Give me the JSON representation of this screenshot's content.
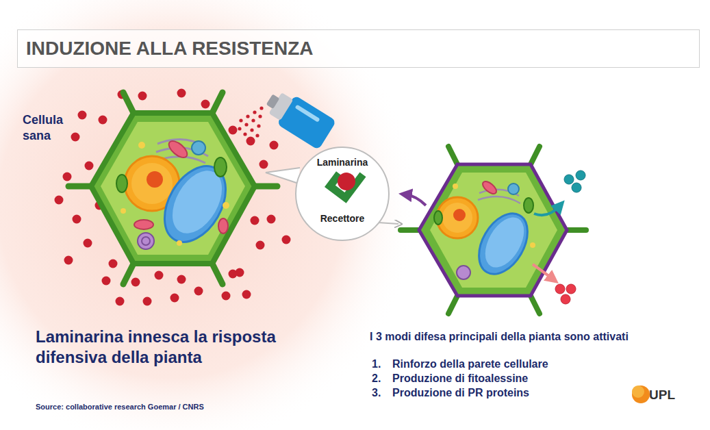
{
  "diagram": {
    "title": "INDUZIONE ALLA RESISTENZA",
    "nodes": [
      {
        "text": [
          "Laminarina",
          "Recettore"
        ]
      }
    ],
    "labels": [
      "Cellula sana",
      "Laminarina innesca la risposta difensiva della pianta",
      "I 3 modi difesa principali della pianta sono attivati",
      "1.",
      "Rinforzo della parete cellulare",
      "2.",
      "Produzione di fitoalessine",
      "3.",
      "Produzione di PR proteins",
      "Source: collaborative research Goemar / CNRS",
      "UPL"
    ]
  }
}
